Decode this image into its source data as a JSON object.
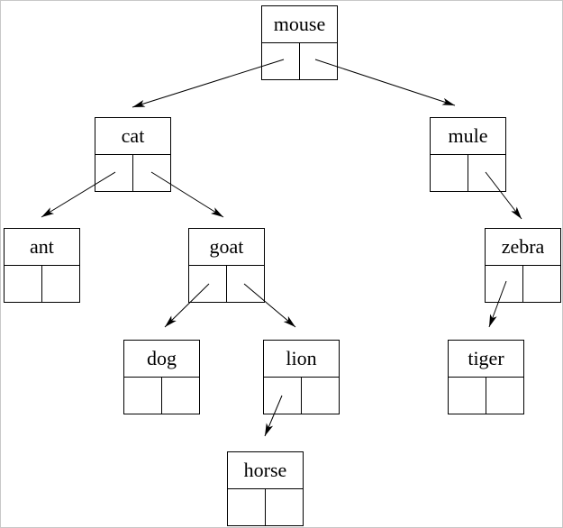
{
  "diagram": {
    "type": "binary-tree",
    "nodes": [
      {
        "id": "mouse",
        "label": "mouse"
      },
      {
        "id": "cat",
        "label": "cat"
      },
      {
        "id": "mule",
        "label": "mule"
      },
      {
        "id": "ant",
        "label": "ant"
      },
      {
        "id": "goat",
        "label": "goat"
      },
      {
        "id": "zebra",
        "label": "zebra"
      },
      {
        "id": "dog",
        "label": "dog"
      },
      {
        "id": "lion",
        "label": "lion"
      },
      {
        "id": "tiger",
        "label": "tiger"
      },
      {
        "id": "horse",
        "label": "horse"
      }
    ],
    "edges": [
      {
        "from": "mouse",
        "pointer": "left",
        "to": "cat"
      },
      {
        "from": "mouse",
        "pointer": "right",
        "to": "mule"
      },
      {
        "from": "cat",
        "pointer": "left",
        "to": "ant"
      },
      {
        "from": "cat",
        "pointer": "right",
        "to": "goat"
      },
      {
        "from": "mule",
        "pointer": "right",
        "to": "zebra"
      },
      {
        "from": "goat",
        "pointer": "left",
        "to": "dog"
      },
      {
        "from": "goat",
        "pointer": "right",
        "to": "lion"
      },
      {
        "from": "zebra",
        "pointer": "left",
        "to": "tiger"
      },
      {
        "from": "lion",
        "pointer": "left",
        "to": "horse"
      }
    ],
    "colors": {
      "node_border": "#000000",
      "node_fill": "#ffffff",
      "edge": "#000000",
      "text": "#000000",
      "page_border": "#c8c8c8",
      "background": "#ffffff"
    }
  }
}
